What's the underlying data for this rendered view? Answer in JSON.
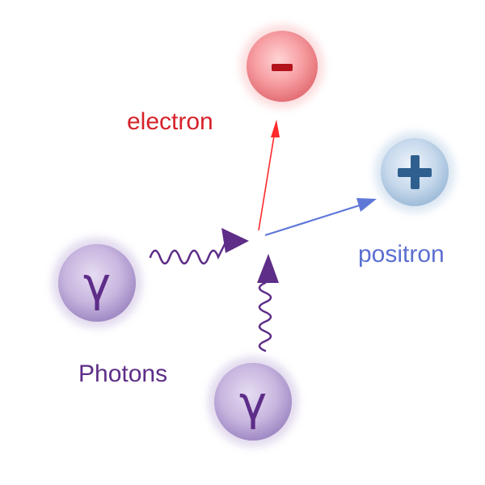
{
  "labels": {
    "electron": "electron",
    "positron": "positron",
    "photons": "Photons"
  },
  "symbols": {
    "electron": "-",
    "positron": "+",
    "photon_top": "γ",
    "photon_bottom": "γ"
  },
  "colors": {
    "electron": "#d6222a",
    "positron": "#5b6fd1",
    "photon": "#5e2d88",
    "electron_arrow": "#ff2a2a",
    "positron_arrow": "#5f78d8"
  },
  "particles": {
    "electron_charge": "negative",
    "positron_charge": "positive"
  }
}
